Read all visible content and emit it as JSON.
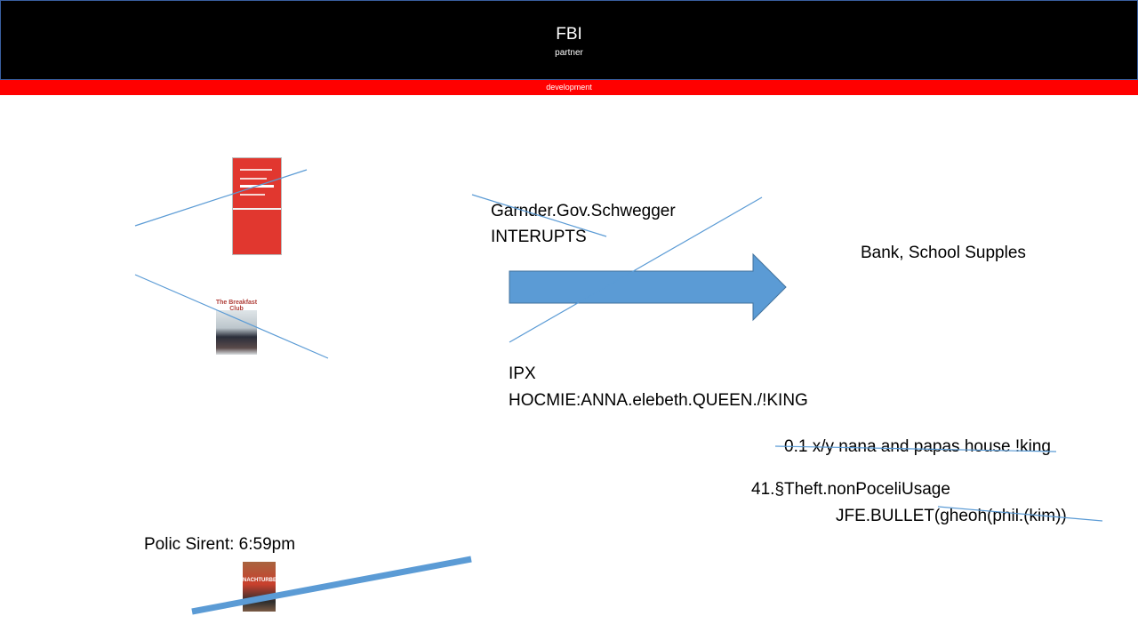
{
  "header": {
    "title": "FBI",
    "subtitle": "partner"
  },
  "banner": {
    "label": "development"
  },
  "texts": {
    "garnder_line1": "Garnder.Gov.Schwegger",
    "garnder_line2": "INTERUPTS",
    "bank": "Bank, School Supples",
    "ipx": "IPX",
    "hocmie": "HOCMIE:ANNA.elebeth.QUEEN./!KING",
    "nana": "0.1 x/y nana and papas house !king",
    "theft": "41.§Theft.nonPoceliUsage",
    "bullet": "JFE.BULLET(gheoh(phil.(kim))",
    "polic": "Polic Sirent: 6:59pm"
  },
  "images": {
    "book": "Kartellrecht book cover",
    "poster": "The Breakfast Club",
    "film": "NACHTURBE"
  },
  "colors": {
    "accent_blue": "#5b9bd5",
    "banner_red": "#ff0000",
    "header_black": "#000000"
  }
}
